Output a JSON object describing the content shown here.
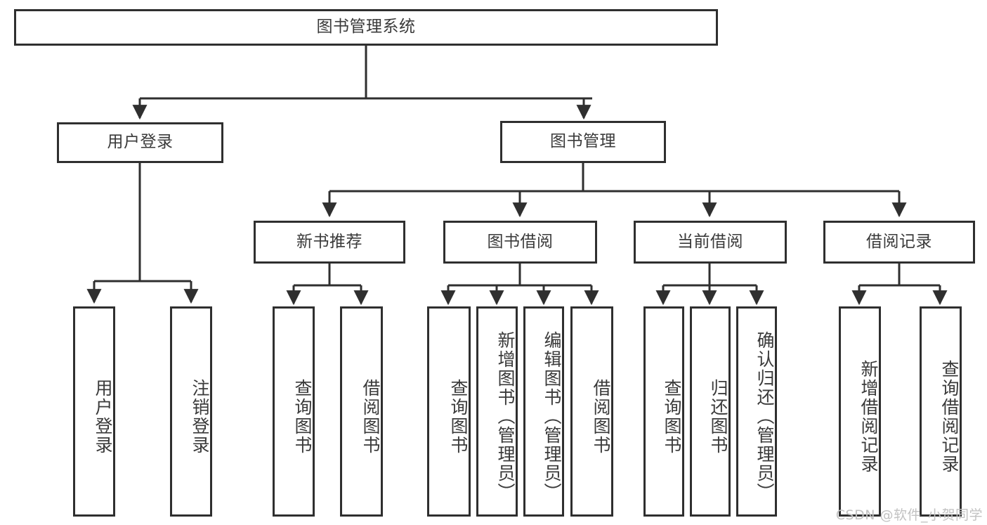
{
  "diagram": {
    "title": "图书管理系统",
    "type": "functional-decomposition-tree",
    "root": {
      "label": "图书管理系统"
    },
    "level1": [
      {
        "label": "用户登录"
      },
      {
        "label": "图书管理"
      }
    ],
    "level2": [
      {
        "label": "新书推荐"
      },
      {
        "label": "图书借阅"
      },
      {
        "label": "当前借阅"
      },
      {
        "label": "借阅记录"
      }
    ],
    "leaves": {
      "user_login": [
        {
          "label": "用户登录"
        },
        {
          "label": "注销登录"
        }
      ],
      "new_book_recommend": [
        {
          "label": "查询图书"
        },
        {
          "label": "借阅图书"
        }
      ],
      "book_borrow": [
        {
          "label": "查询图书"
        },
        {
          "label": "新增图书（管理员）"
        },
        {
          "label": "编辑图书（管理员）"
        },
        {
          "label": "借阅图书"
        }
      ],
      "current_borrow": [
        {
          "label": "查询图书"
        },
        {
          "label": "归还图书"
        },
        {
          "label": "确认归还（管理员）"
        }
      ],
      "borrow_record": [
        {
          "label": "新增借阅记录"
        },
        {
          "label": "查询借阅记录"
        }
      ]
    }
  },
  "watermark": {
    "text": "CSDN @软件_小贺同学"
  },
  "colors": {
    "border": "#2f2f2f",
    "text": "#3a3a3a",
    "background": "#ffffff",
    "watermark": "#c2c2c2"
  }
}
